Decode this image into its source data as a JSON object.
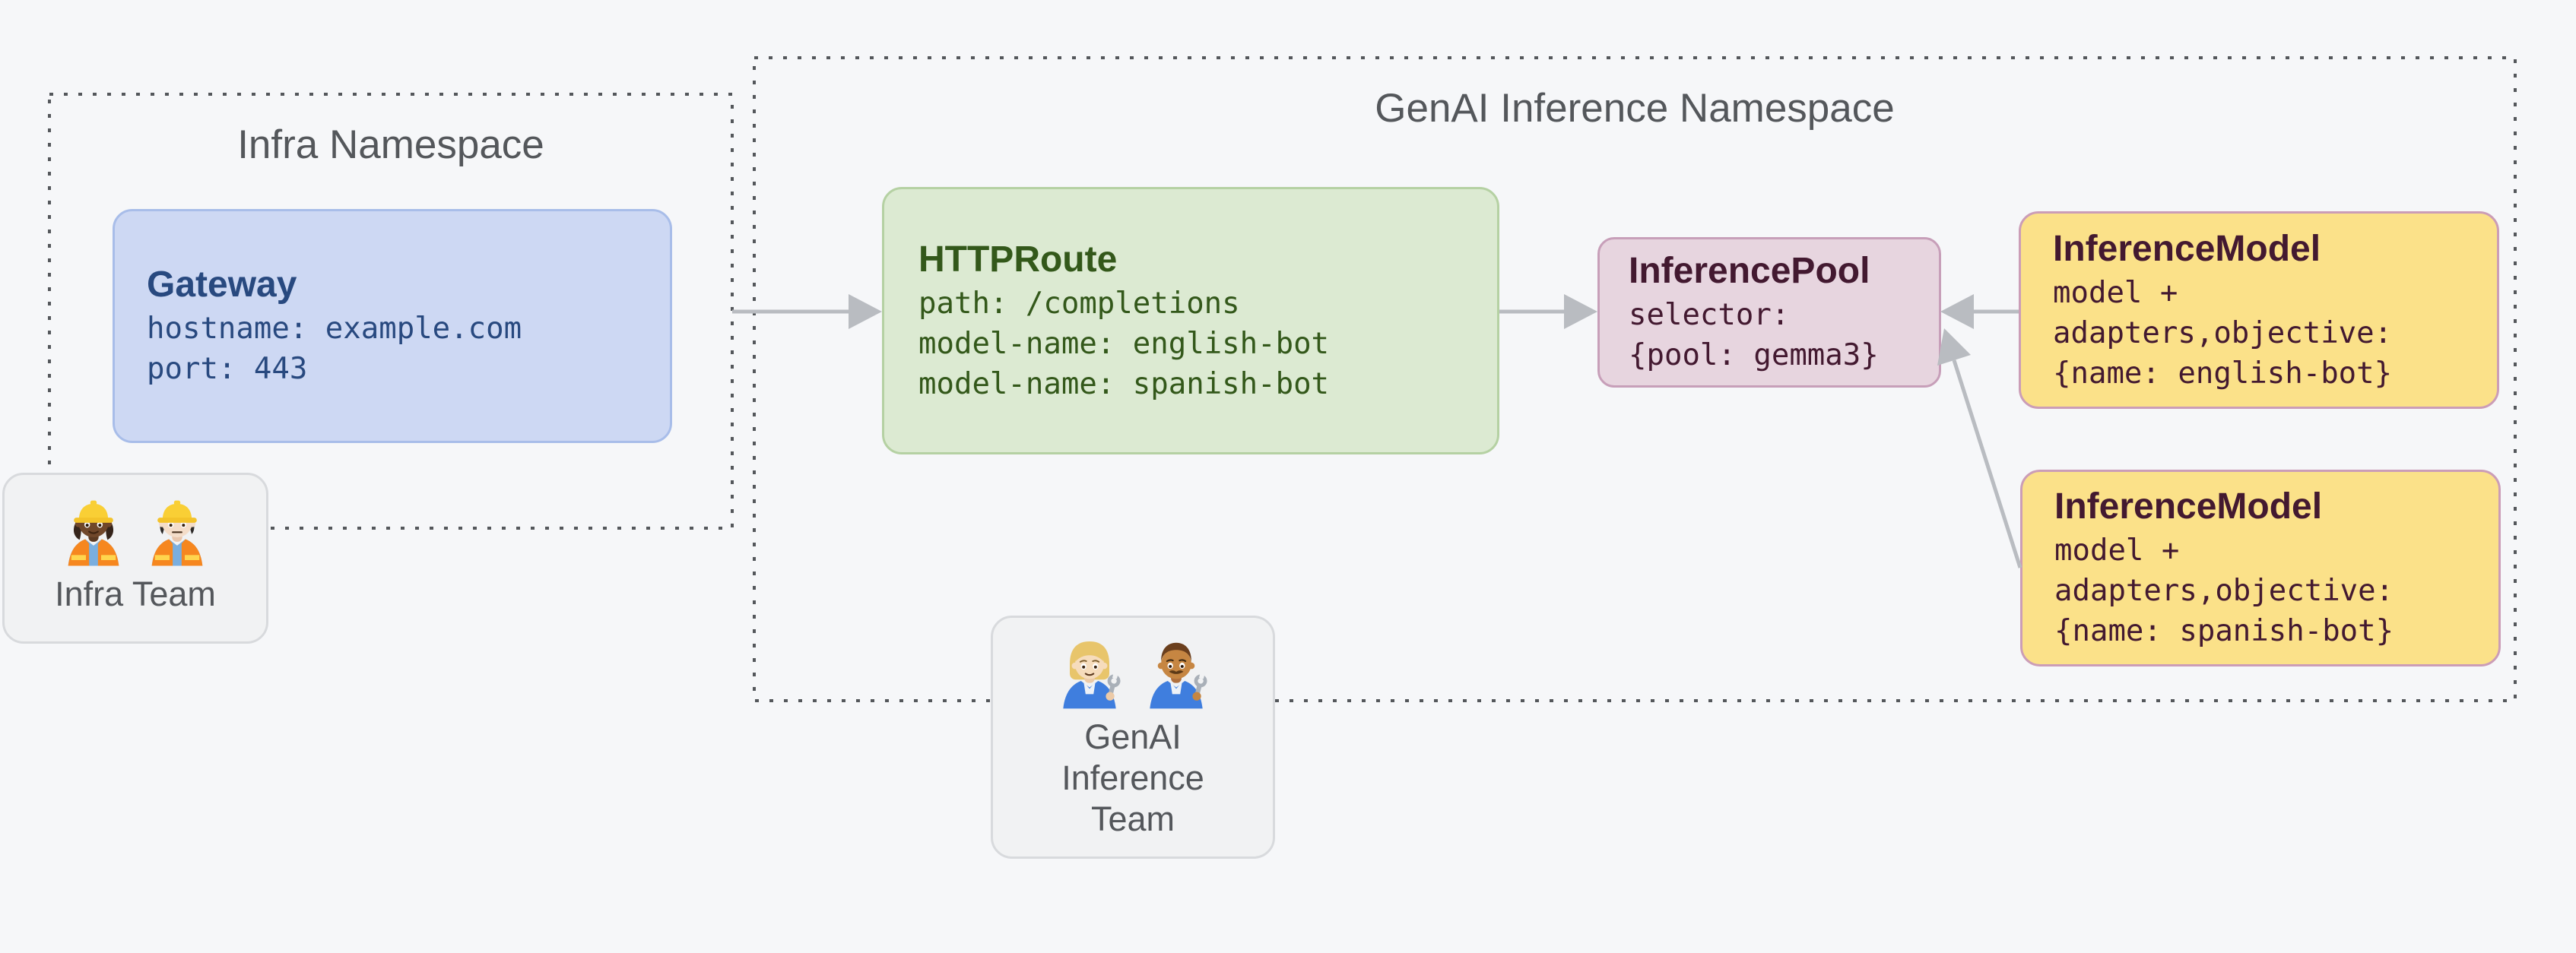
{
  "diagram": {
    "namespaces": {
      "infra": {
        "title": "Infra Namespace"
      },
      "genai": {
        "title": "GenAI Inference Namespace"
      }
    },
    "boxes": {
      "gateway": {
        "title": "Gateway",
        "lines": [
          "hostname: example.com",
          "port: 443"
        ]
      },
      "httproute": {
        "title": "HTTPRoute",
        "lines": [
          "path: /completions",
          "model-name: english-bot",
          "model-name: spanish-bot"
        ]
      },
      "inference_pool": {
        "title": "InferencePool",
        "lines": [
          "selector:",
          "{pool: gemma3}"
        ]
      },
      "inference_model_english": {
        "title": "InferenceModel",
        "lines": [
          "model +",
          "adapters,objective:",
          "{name: english-bot}"
        ]
      },
      "inference_model_spanish": {
        "title": "InferenceModel",
        "lines": [
          "model +",
          "adapters,objective:",
          "{name: spanish-bot}"
        ]
      }
    },
    "teams": {
      "infra": {
        "label": "Infra Team",
        "icons": [
          "woman-construction-worker-emoji",
          "man-construction-worker-emoji"
        ]
      },
      "genai": {
        "lines": [
          "GenAI",
          "Inference",
          "Team"
        ],
        "icons": [
          "woman-mechanic-emoji",
          "man-mechanic-emoji"
        ]
      }
    },
    "connections": [
      "gateway -> httproute",
      "httproute -> inference-pool",
      "inference-model-english -> inference-pool",
      "inference-model-spanish -> inference-pool"
    ]
  },
  "colors": {
    "background": "#f6f7f9",
    "namespace_border": "#54575b",
    "namespace_title": "#54575b",
    "gateway_fill": "#cdd8f3",
    "gateway_border": "#a8bde9",
    "gateway_text": "#28497f",
    "httproute_fill": "#dcead2",
    "httproute_border": "#b5d1a3",
    "httproute_text": "#33581a",
    "pool_fill": "#e7d5df",
    "pool_border": "#c79fb9",
    "pool_text": "#431930",
    "model_fill": "#fbe189",
    "model_border": "#cb9db7",
    "model_text": "#431930",
    "team_fill": "#f1f2f3",
    "team_border": "#d8dadd",
    "team_text": "#54575b",
    "arrow": "#b9bcc1"
  }
}
